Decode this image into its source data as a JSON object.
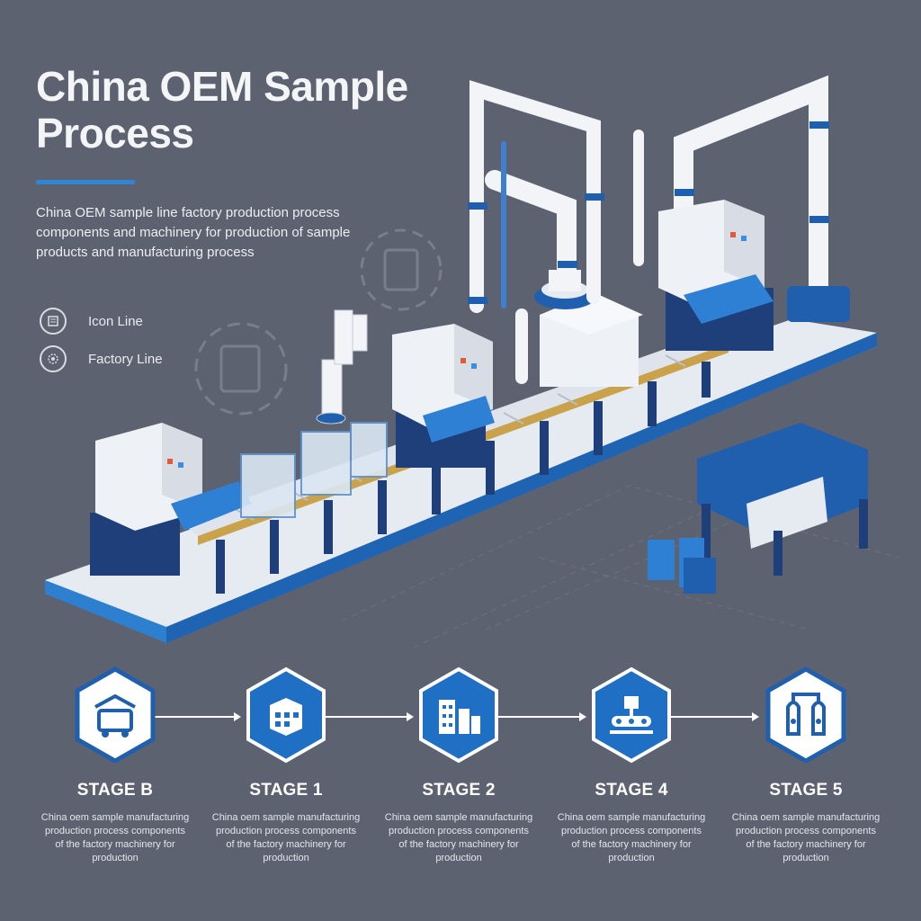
{
  "title": "China OEM Sample Process",
  "intro": "China OEM sample line factory production process components and machinery for production of sample products and manufacturing process",
  "legend": [
    {
      "label": "Icon Line",
      "icon": "gear-icon"
    },
    {
      "label": "Factory Line",
      "icon": "factory-icon"
    }
  ],
  "stages": [
    {
      "label": "STAGE B",
      "icon": "warehouse-truck-icon",
      "style": "outline",
      "desc": "China oem sample manufacturing production process components of the factory machinery for production"
    },
    {
      "label": "STAGE 1",
      "icon": "box-icon",
      "style": "filled",
      "desc": "China oem sample manufacturing production process components of the factory machinery for production"
    },
    {
      "label": "STAGE 2",
      "icon": "factory-buildings-icon",
      "style": "filled",
      "desc": "China oem sample manufacturing production process components of the factory machinery for production"
    },
    {
      "label": "STAGE 4",
      "icon": "conveyor-machine-icon",
      "style": "filled",
      "desc": "China oem sample manufacturing production process components of the factory machinery for production"
    },
    {
      "label": "STAGE 5",
      "icon": "bottles-icon",
      "style": "outline",
      "desc": "China oem sample manufacturing production process components of the factory machinery for production"
    }
  ],
  "colors": {
    "background": "#5d6270",
    "accent": "#2f86d6",
    "deep_blue": "#1f5fae",
    "machine_white": "#eef1f6",
    "pipe_white": "#f2f4f8"
  }
}
